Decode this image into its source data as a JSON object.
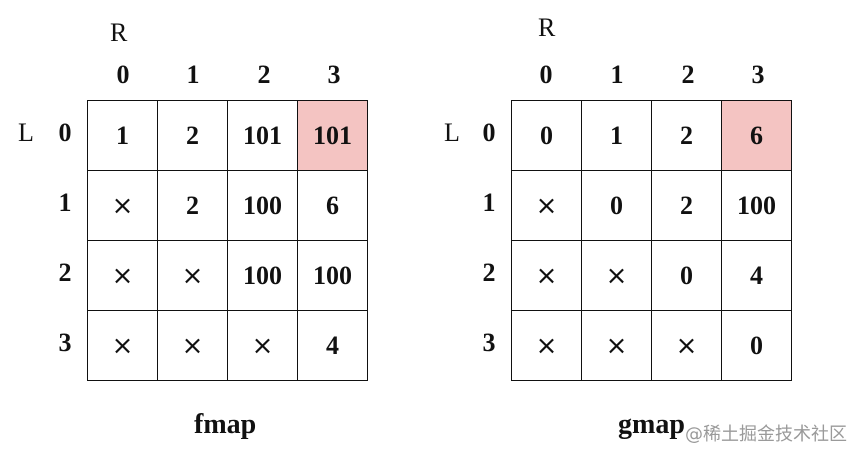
{
  "tables": [
    {
      "axis_r": "R",
      "axis_l": "L",
      "col_headers": [
        "0",
        "1",
        "2",
        "3"
      ],
      "row_headers": [
        "0",
        "1",
        "2",
        "3"
      ],
      "rows": [
        [
          "1",
          "2",
          "101",
          "101"
        ],
        [
          "×",
          "2",
          "100",
          "6"
        ],
        [
          "×",
          "×",
          "100",
          "100"
        ],
        [
          "×",
          "×",
          "×",
          "4"
        ]
      ],
      "highlight_cell": [
        0,
        3
      ],
      "caption": "fmap"
    },
    {
      "axis_r": "R",
      "axis_l": "L",
      "col_headers": [
        "0",
        "1",
        "2",
        "3"
      ],
      "row_headers": [
        "0",
        "1",
        "2",
        "3"
      ],
      "rows": [
        [
          "0",
          "1",
          "2",
          "6"
        ],
        [
          "×",
          "0",
          "2",
          "100"
        ],
        [
          "×",
          "×",
          "0",
          "4"
        ],
        [
          "×",
          "×",
          "×",
          "0"
        ]
      ],
      "highlight_cell": [
        0,
        3
      ],
      "caption": "gmap"
    }
  ],
  "colors": {
    "highlight": "#f4c4c2",
    "border": "#111111"
  },
  "watermark": "@稀土掘金技术社区"
}
